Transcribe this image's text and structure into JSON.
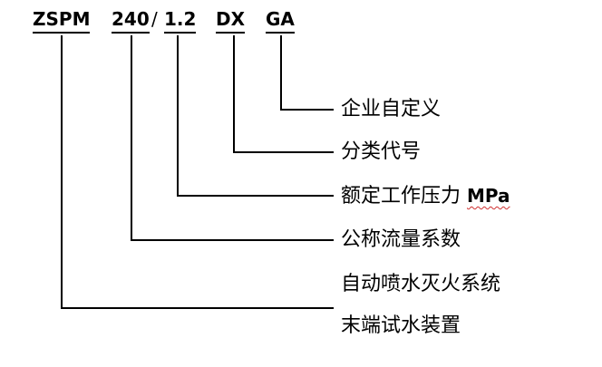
{
  "model_code": {
    "prefix": "ZSPM",
    "flow_coefficient": "240",
    "separator": "/",
    "pressure": "1.2",
    "category": "DX",
    "custom": "GA"
  },
  "descriptions": {
    "custom": "企业自定义",
    "category": "分类代号",
    "pressure": "额定工作压力",
    "pressure_unit": "MPa",
    "flow_coefficient": "公称流量系数",
    "system": "自动喷水灭火系统",
    "device": "末端试水装置"
  }
}
